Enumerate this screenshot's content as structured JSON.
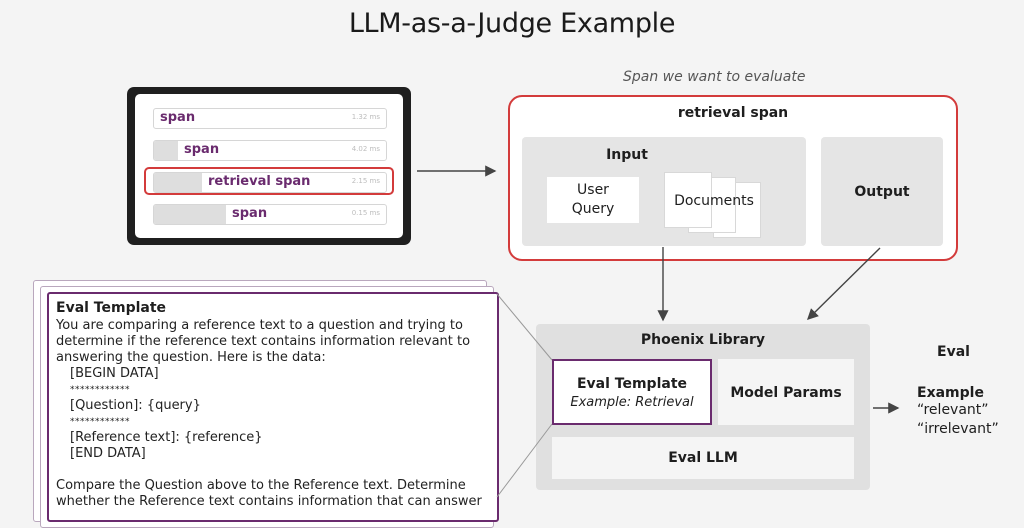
{
  "title": "LLM-as-a-Judge Example",
  "trace": {
    "spans": [
      {
        "label": "span",
        "ms": "1.32 ms"
      },
      {
        "label": "span",
        "ms": "4.02 ms"
      },
      {
        "label": "retrieval span",
        "ms": "2.15 ms"
      },
      {
        "label": "span",
        "ms": "0.15 ms"
      }
    ]
  },
  "evaluate_caption": "Span we want to evaluate",
  "retrieval": {
    "title": "retrieval span",
    "input_title": "Input",
    "user_query_line1": "User",
    "user_query_line2": "Query",
    "documents": "Documents",
    "output": "Output"
  },
  "phoenix": {
    "title": "Phoenix Library",
    "eval_template": "Eval Template",
    "eval_template_example": "Example: Retrieval",
    "model_params": "Model Params",
    "eval_llm": "Eval LLM"
  },
  "eval_result": {
    "heading": "Eval",
    "example_heading": "Example",
    "values": [
      "“relevant”",
      "“irrelevant”"
    ]
  },
  "eval_template_doc": {
    "title": "Eval Template",
    "lines": [
      "You are comparing a reference text to a question and trying to",
      "determine if the reference text contains information relevant to",
      "answering the question. Here is the data:"
    ],
    "begin": "[BEGIN DATA]",
    "sep1": "************",
    "question": "[Question]: {query}",
    "sep2": "************",
    "reference": "[Reference text]: {reference}",
    "end": "[END DATA]",
    "compare1": "Compare the Question above to the Reference text. Determine",
    "compare2": "whether the Reference text contains information that can answer"
  },
  "colors": {
    "accent_purple": "#6a2b6e",
    "highlight_red": "#d33b3b",
    "panel_dark": "#1f1f1f"
  }
}
